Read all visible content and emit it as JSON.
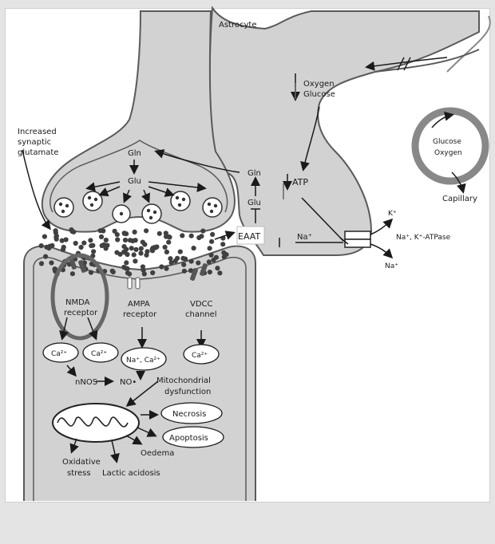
{
  "labels": {
    "astrocyte": "Astrocyte",
    "oxygen1": "Oxygen",
    "glucose1": "Glucose",
    "increased": "Increased",
    "synaptic": "synaptic",
    "glutamate": "glutamate",
    "glucose_cap": "Glucose",
    "oxygen_cap": "Oxygen",
    "capillary": "Capillary",
    "gln_pre": "Gln",
    "glu_pre": "Glu",
    "gln_astro": "Gln",
    "glu_astro": "Glu",
    "atp": "ATP",
    "eaat": "EAAT",
    "na_astro": "Na⁺",
    "k_plus": "K⁺",
    "atpase": "Na⁺, K⁺-ATPase",
    "na_out": "Na⁺",
    "nmda1": "NMDA",
    "nmda2": "receptor",
    "ampa1": "AMPA",
    "ampa2": "receptor",
    "vdcc1": "VDCC",
    "vdcc2": "channel",
    "ca1": "Ca²⁺",
    "ca2": "Ca²⁺",
    "na_ca": "Na⁺, Ca²⁺",
    "ca3": "Ca²⁺",
    "nnos": "nNOS",
    "no": "NO•",
    "mito1": "Mitochondrial",
    "mito2": "dysfunction",
    "necrosis": "Necrosis",
    "apoptosis": "Apoptosis",
    "oedema": "Oedema",
    "oxidative1": "Oxidative",
    "oxidative2": "stress",
    "lactic": "Lactic acidosis"
  },
  "colors": {
    "cell_fill": "#d2d2d2",
    "cell_stroke": "#5a5a5a",
    "highlight_ring": "#666666",
    "dot": "#404040",
    "page_bg": "#e4e4e4"
  }
}
